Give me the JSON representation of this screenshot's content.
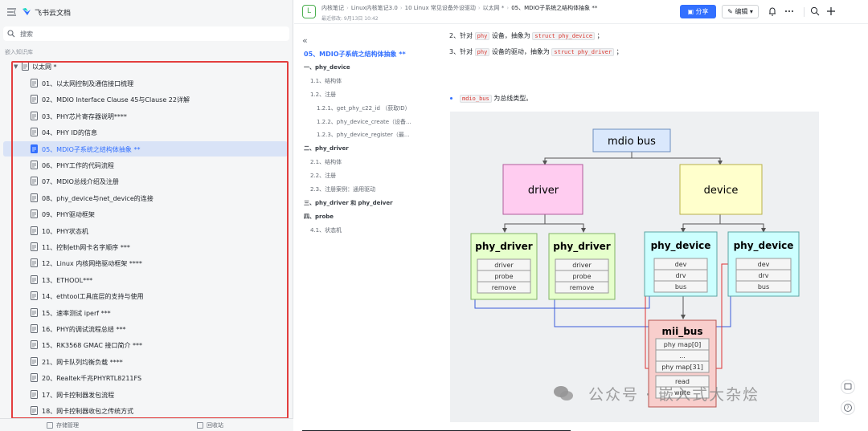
{
  "sidebar": {
    "brand": "飞书云文档",
    "search_placeholder": "搜索",
    "section_title": "嵌入知识库",
    "root_label": "以太网 *",
    "items": [
      "01、以太网控制及通信接口梳理",
      "02、MDIO Interface Clause 45与Clause 22详解",
      "03、PHY芯片寄存器说明****",
      "04、PHY ID的信息",
      "05、MDIO子系统之结构体抽象 **",
      "06、PHY工作的代码流程",
      "07、MDIO总线介绍及注册",
      "08、phy_device与net_device的连接",
      "09、PHY驱动框架",
      "10、PHY状态机",
      "11、控制eth网卡名字顺序 ***",
      "12、Linux 内核网络驱动框架 ****",
      "13、ETHOOL***",
      "14、ethtool工具底层的支持与使用",
      "15、速率测试 iperf ***",
      "16、PHY的调试流程总结 ***",
      "15、RK3568 GMAC 接口简介 ***",
      "21、网卡队列均衡负载 ****",
      "20、Realtek千兆PHYRTL8211FS",
      "17、网卡控制器发包流程",
      "18、网卡控制器收包之传统方式"
    ],
    "active_index": 4,
    "bottom_left": "存储管理",
    "bottom_right": "回收站"
  },
  "header": {
    "badge": "L",
    "breadcrumbs": [
      "内核笔记",
      "Linux内核笔记3.0",
      "10 Linux 常见设备外设驱动",
      "以太网 *",
      "05、MDIO子系统之结构体抽象 **"
    ],
    "modified": "最近修改: 9月13日 10:42",
    "share_label": "分享",
    "edit_label": "编辑"
  },
  "toc": {
    "items": [
      {
        "text": "05、MDIO子系统之结构体抽象 **",
        "level": 0
      },
      {
        "text": "一、phy_device",
        "level": 1
      },
      {
        "text": "1.1、结构体",
        "level": 2
      },
      {
        "text": "1.2、注册",
        "level": 2
      },
      {
        "text": "1.2.1、get_phy_c22_id （获取ID）",
        "level": 3
      },
      {
        "text": "1.2.2、phy_device_create（设备...",
        "level": 3
      },
      {
        "text": "1.2.3、phy_device_register（最...",
        "level": 3
      },
      {
        "text": "二、phy_driver",
        "level": 1
      },
      {
        "text": "2.1、结构体",
        "level": 2
      },
      {
        "text": "2.2、注册",
        "level": 2
      },
      {
        "text": "2.3、注册案例：通用驱动",
        "level": 2
      },
      {
        "text": "三、phy_driver 和 phy_deiver",
        "level": 1
      },
      {
        "text": "四、probe",
        "level": 1
      },
      {
        "text": "4.1、状态机",
        "level": 2
      }
    ]
  },
  "content": {
    "p2_prefix": "2、针对",
    "p2_code1": "phy",
    "p2_mid": "设备，抽象为",
    "p2_code2": "struct phy_device",
    "p2_suffix": "；",
    "p3_prefix": "3、针对",
    "p3_code1": "phy",
    "p3_mid": "设备的驱动，抽象为",
    "p3_code2": "struct phy_driver",
    "p3_suffix": "；",
    "bullet_code": "mdio_bus",
    "bullet_text": "为总线类型。"
  },
  "diagram": {
    "mdio_bus": "mdio bus",
    "driver": "driver",
    "device": "device",
    "phy_driver": "phy_driver",
    "phy_device": "phy_device",
    "drv_fields": [
      "driver",
      "probe",
      "remove"
    ],
    "dev_fields": [
      "dev",
      "drv",
      "bus"
    ],
    "mii_bus": "mii_bus",
    "mii_fields": [
      "phy map[0]",
      "...",
      "phy map[31]",
      "read",
      "write"
    ],
    "colors": {
      "bus": "#dae8fc",
      "driver": "#ffccf0",
      "device": "#ffffcc",
      "phy_driver": "#e6ffcc",
      "phy_device": "#ccffff",
      "mii_bus": "#f8cecc",
      "link_blue": "#3b5bdb",
      "link_red": "#e03131"
    }
  },
  "watermark": "公众号 · 嵌入式大杂烩"
}
